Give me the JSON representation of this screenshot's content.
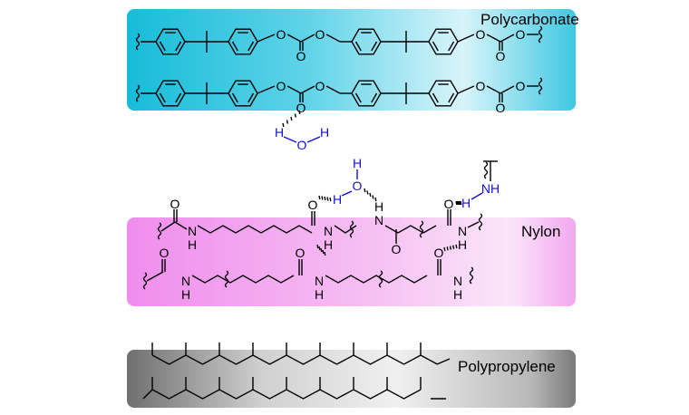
{
  "labels": {
    "polycarbonate": "Polycarbonate",
    "nylon": "Nylon",
    "polypropylene": "Polypropylene"
  },
  "atoms": {
    "O": "O",
    "H": "H",
    "N": "N",
    "NH": "NH"
  },
  "colors": {
    "polycarbonate_panel": "#17bcd9",
    "nylon_panel": "#ef8ded",
    "polypropylene_panel": "#6f6f6f",
    "water_and_amine": "#1010d0",
    "bonds": "#000000"
  }
}
